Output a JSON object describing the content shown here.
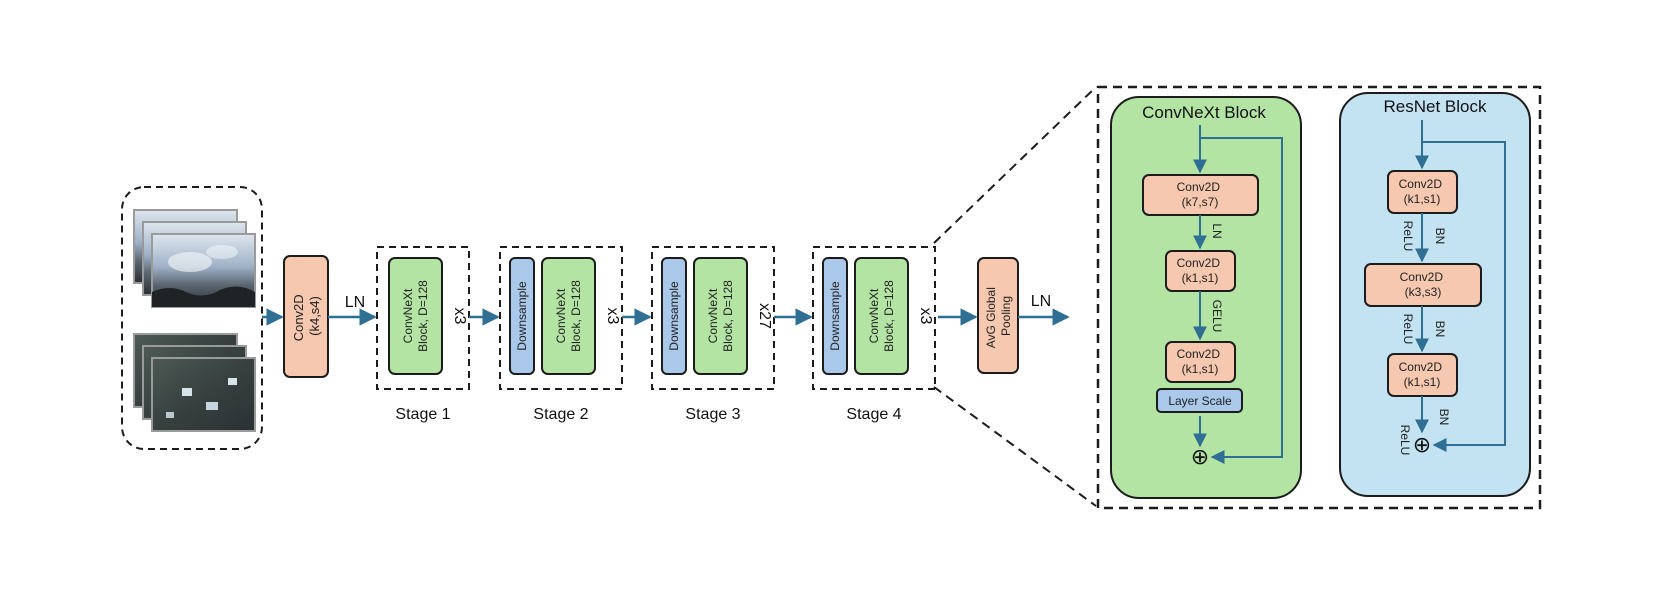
{
  "colors": {
    "orange": "#f5c8af",
    "green": "#b3e4a3",
    "blue": "#a9c8ea",
    "light_blue": "#c3e3f3",
    "arrow": "#2e6f93",
    "border": "#1c1c1c"
  },
  "input_images": [
    "sky-image-stack",
    "aerial-image-stack"
  ],
  "stem": {
    "label": "Conv2D\n(k4,s4)",
    "out_label": "LN"
  },
  "stages": [
    {
      "label": "Stage 1",
      "block": "ConvNeXt\nBlock, D=128",
      "repeat": "x3",
      "downsample": ""
    },
    {
      "label": "Stage 2",
      "block": "ConvNeXt\nBlock, D=128",
      "repeat": "x3",
      "downsample": "Downsample"
    },
    {
      "label": "Stage 3",
      "block": "ConvNeXt\nBlock, D=128",
      "repeat": "x27",
      "downsample": "Downsample"
    },
    {
      "label": "Stage 4",
      "block": "ConvNeXt\nBlock, D=128",
      "repeat": "x3",
      "downsample": "Downsample"
    }
  ],
  "pooling": {
    "label": "AvG Global\nPooling",
    "out_label": "LN"
  },
  "convnext_block": {
    "title": "ConvNeXt Block",
    "conv1": "Conv2D\n(k7,s7)",
    "edge1": "LN",
    "conv2": "Conv2D\n(k1,s1)",
    "edge2": "GELU",
    "conv3": "Conv2D\n(k1,s1)",
    "layer_scale": "Layer Scale",
    "sum_symbol": "⊕"
  },
  "resnet_block": {
    "title": "ResNet Block",
    "conv1": "Conv2D\n(k1,s1)",
    "edge1_left": "ReLU",
    "edge1_right": "BN",
    "conv2": "Conv2D\n(k3,s3)",
    "edge2_left": "ReLU",
    "edge2_right": "BN",
    "conv3": "Conv2D\n(k1,s1)",
    "edge3_left": "ReLU",
    "edge3_right": "BN",
    "sum_symbol": "⊕"
  }
}
